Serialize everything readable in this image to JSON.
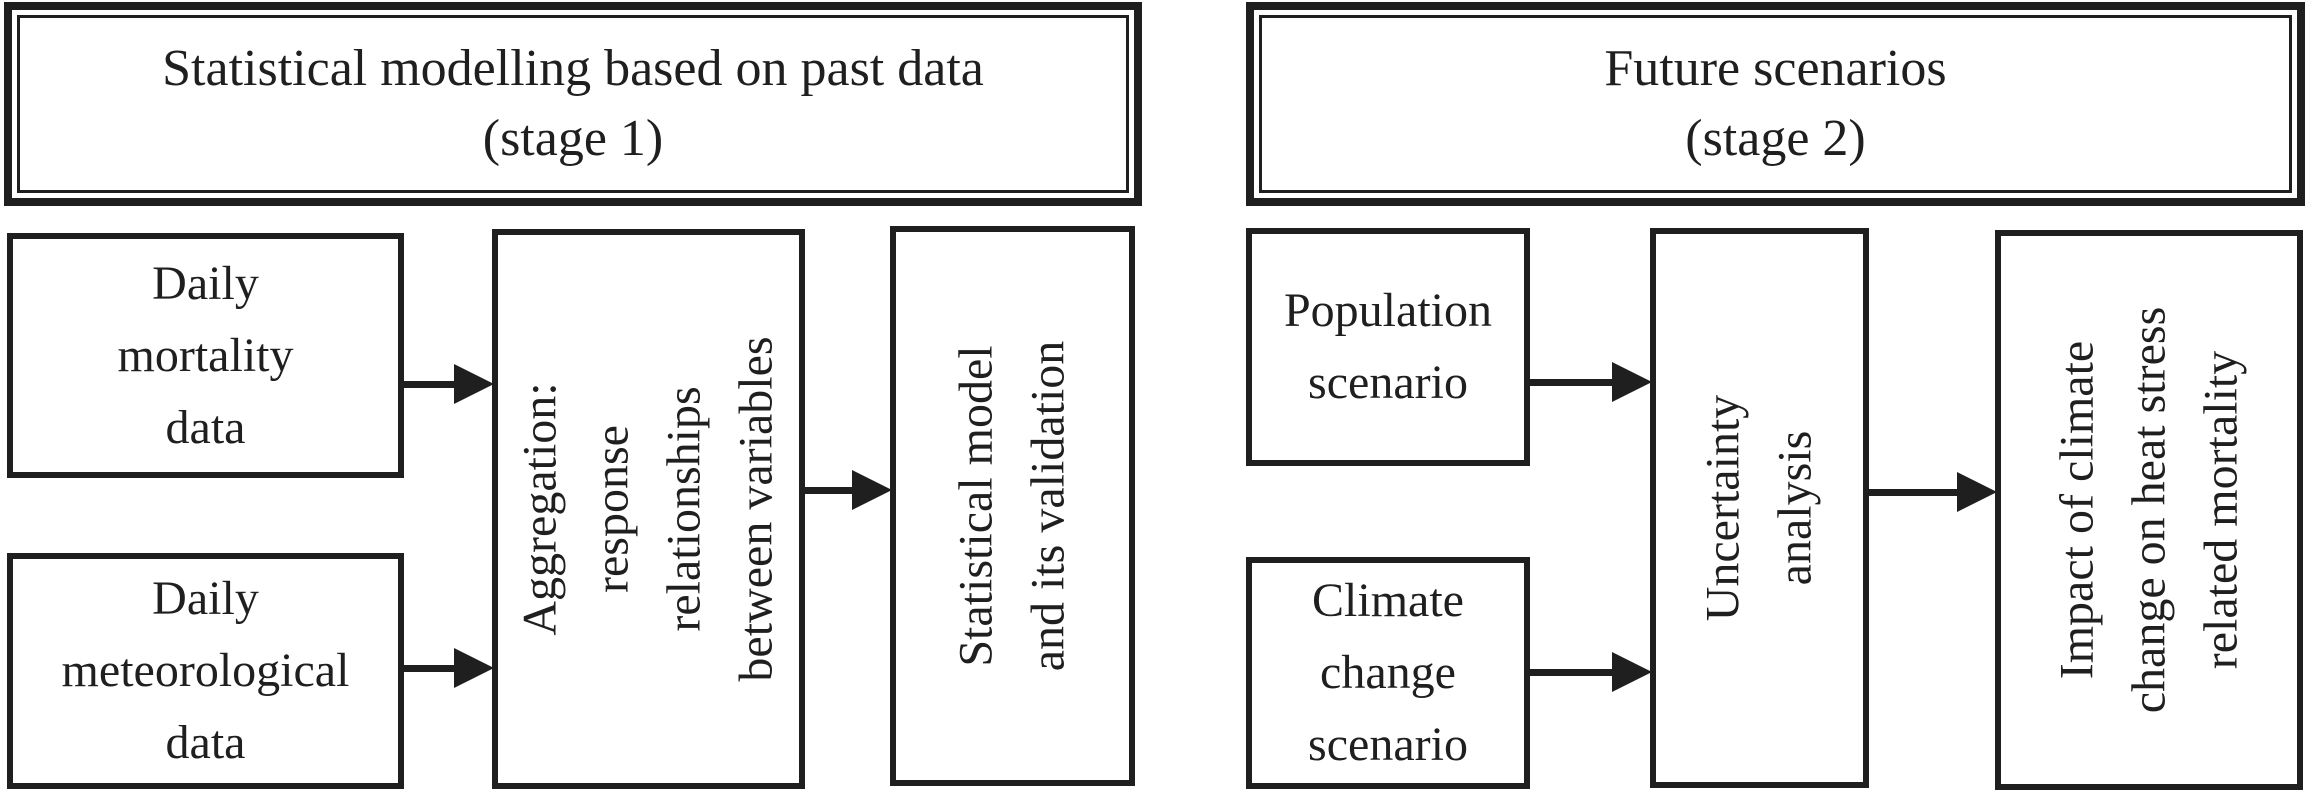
{
  "diagram": {
    "colors": {
      "ink": "#1f1f1f",
      "background": "#ffffff"
    },
    "stage1": {
      "header": {
        "line1": "Statistical modelling based on past data",
        "line2": "(stage 1)"
      },
      "boxes": {
        "mortality": {
          "lines": [
            "Daily",
            "mortality",
            "data"
          ]
        },
        "meteorological": {
          "lines": [
            "Daily",
            "meteorological",
            "data"
          ]
        },
        "aggregation": {
          "lines": [
            "Aggregation:",
            "response",
            "relationships",
            "between variables"
          ]
        },
        "model": {
          "lines": [
            "Statistical model",
            "and its validation"
          ]
        }
      }
    },
    "stage2": {
      "header": {
        "line1": "Future scenarios",
        "line2": "(stage 2)"
      },
      "boxes": {
        "population": {
          "lines": [
            "Population",
            "scenario"
          ]
        },
        "climate": {
          "lines": [
            "Climate",
            "change",
            "scenario"
          ]
        },
        "uncertainty": {
          "lines": [
            "Uncertainty",
            "analysis"
          ]
        },
        "impact": {
          "lines": [
            "Impact of climate",
            "change on heat stress",
            "related mortality"
          ]
        }
      }
    }
  }
}
